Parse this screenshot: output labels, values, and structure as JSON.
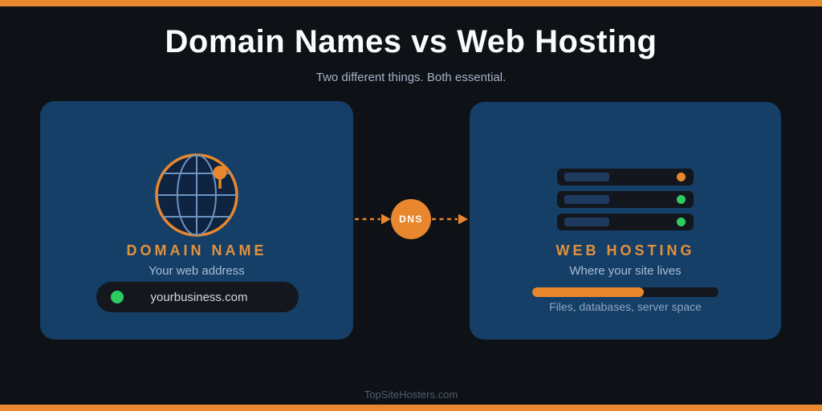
{
  "page": {
    "title": "Domain Names vs Web Hosting",
    "subtitle": "Two different things. Both essential.",
    "footer": "TopSiteHosters.com"
  },
  "colors": {
    "background": "#0e1116",
    "accent_orange": "#e8872e",
    "card_blue": "#153f66",
    "pill_dark": "#14171d",
    "status_green": "#2ecc5f",
    "muted_text": "#a9bdd6"
  },
  "domain_card": {
    "title": "DOMAIN NAME",
    "subtitle": "Your web address",
    "address": "yourbusiness.com"
  },
  "dns": {
    "label": "DNS"
  },
  "hosting_card": {
    "title": "WEB HOSTING",
    "subtitle": "Where your site lives",
    "caption": "Files, databases, server space",
    "servers": [
      {
        "status": "orange"
      },
      {
        "status": "green"
      },
      {
        "status": "green"
      }
    ],
    "progress_percent": 60
  }
}
